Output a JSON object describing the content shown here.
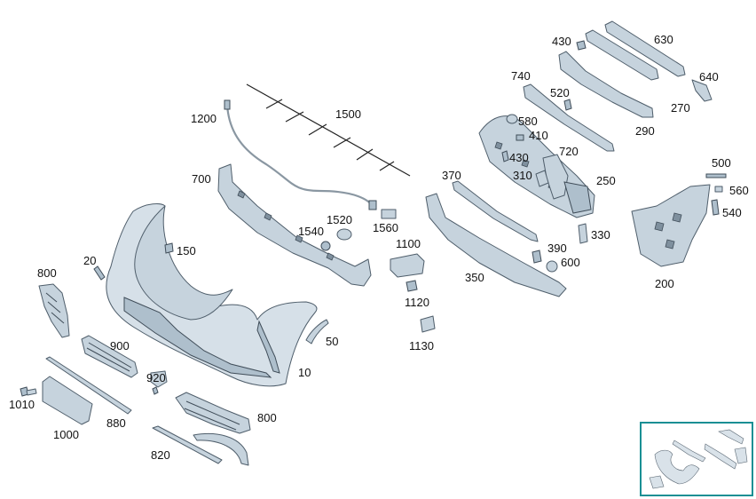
{
  "part_labels": {
    "p10": "10",
    "p20": "20",
    "p50": "50",
    "p150": "150",
    "p200": "200",
    "p250": "250",
    "p270": "270",
    "p290": "290",
    "p310": "310",
    "p330": "330",
    "p350": "350",
    "p370": "370",
    "p390": "390",
    "p410": "410",
    "p430a": "430",
    "p430b": "430",
    "p500": "500",
    "p520": "520",
    "p540": "540",
    "p560": "560",
    "p580": "580",
    "p600": "600",
    "p630": "630",
    "p640": "640",
    "p700": "700",
    "p720": "720",
    "p740": "740",
    "p800a": "800",
    "p800b": "800",
    "p820": "820",
    "p880": "880",
    "p900": "900",
    "p920": "920",
    "p1000": "1000",
    "p1010": "1010",
    "p1100": "1100",
    "p1120": "1120",
    "p1130": "1130",
    "p1200": "1200",
    "p1500": "1500",
    "p1520": "1520",
    "p1540": "1540",
    "p1560": "1560"
  },
  "colors": {
    "part_fill": "#c6d3dd",
    "outline": "#4f5e6b",
    "thumbnail_border": "#1a8f94"
  },
  "thumbnail": {
    "selected": true
  }
}
